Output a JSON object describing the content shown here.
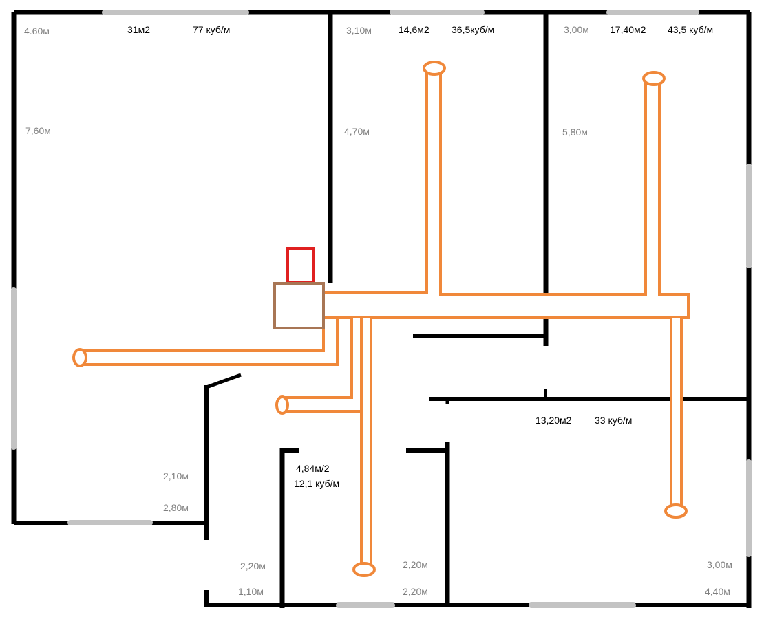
{
  "colors": {
    "wall": "#000000",
    "window": "#c3c3c3",
    "duct": "#f0883a",
    "unit_body": "#a87655",
    "unit_top": "#e02020",
    "dimension_text": "#7f7f7f",
    "area_text": "#000000"
  },
  "rooms": {
    "room1": {
      "area": "31м2",
      "volume": "77 куб/м",
      "width": "4.60м",
      "height": "7,60м",
      "dim_a": "2,10м",
      "dim_b": "2,80м"
    },
    "room2": {
      "width": "3,10м",
      "area": "14,6м2",
      "volume": "36,5куб/м",
      "height": "4,70м"
    },
    "room3": {
      "width": "3,00м",
      "area": "17,40м2",
      "volume": "43,5 куб/м",
      "height": "5,80м"
    },
    "room4": {
      "area": "13,20м2",
      "volume": "33 куб/м",
      "dim_a": "3,00м",
      "dim_b": "4,40м"
    },
    "bath": {
      "area": "4,84м/2",
      "volume": "12,1 куб/м",
      "dim_a": "2,20м",
      "dim_b": "2,20м"
    },
    "hall": {
      "dim_a": "2,20м",
      "dim_b": "1,10м"
    }
  }
}
